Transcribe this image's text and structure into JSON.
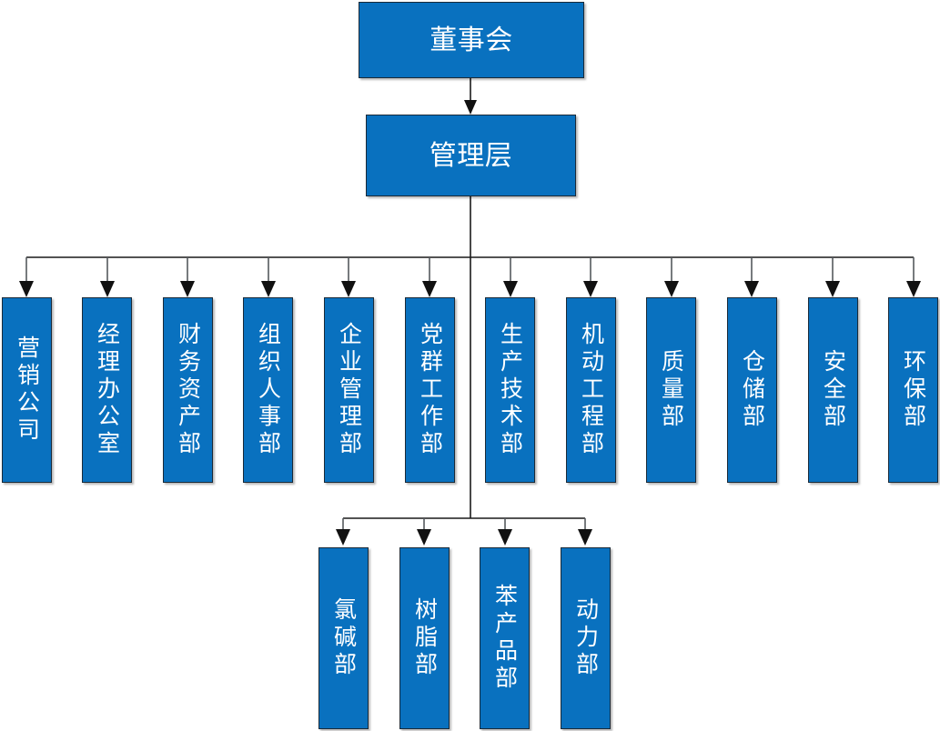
{
  "chart_title": "",
  "colors": {
    "node_fill": "#0971BF",
    "node_border": "#1a2a38",
    "node_text": "#ffffff",
    "connector": "#1a1a1a",
    "background": "#ffffff"
  },
  "nodes": {
    "board": {
      "label": "董事会",
      "orientation": "horizontal"
    },
    "management": {
      "label": "管理层",
      "orientation": "horizontal"
    }
  },
  "departments": [
    {
      "label": "营销公司",
      "chars": [
        "营",
        "销",
        "公",
        "司"
      ]
    },
    {
      "label": "经理办公室",
      "chars": [
        "经",
        "理",
        "办",
        "公",
        "室"
      ]
    },
    {
      "label": "财务资产部",
      "chars": [
        "财",
        "务",
        "资",
        "产",
        "部"
      ]
    },
    {
      "label": "组织人事部",
      "chars": [
        "组",
        "织",
        "人",
        "事",
        "部"
      ]
    },
    {
      "label": "企业管理部",
      "chars": [
        "企",
        "业",
        "管",
        "理",
        "部"
      ]
    },
    {
      "label": "党群工作部",
      "chars": [
        "党",
        "群",
        "工",
        "作",
        "部"
      ]
    },
    {
      "label": "生产技术部",
      "chars": [
        "生",
        "产",
        "技",
        "术",
        "部"
      ]
    },
    {
      "label": "机动工程部",
      "chars": [
        "机",
        "动",
        "工",
        "程",
        "部"
      ]
    },
    {
      "label": "质量部",
      "chars": [
        "质",
        "量",
        "部"
      ]
    },
    {
      "label": "仓储部",
      "chars": [
        "仓",
        "储",
        "部"
      ]
    },
    {
      "label": "安全部",
      "chars": [
        "安",
        "全",
        "部"
      ]
    },
    {
      "label": "环保部",
      "chars": [
        "环",
        "保",
        "部"
      ]
    }
  ],
  "production_units": [
    {
      "label": "氯碱部",
      "chars": [
        "氯",
        "碱",
        "部"
      ]
    },
    {
      "label": "树脂部",
      "chars": [
        "树",
        "脂",
        "部"
      ]
    },
    {
      "label": "苯产品部",
      "chars": [
        "苯",
        "产",
        "品",
        "部"
      ]
    },
    {
      "label": "动力部",
      "chars": [
        "动",
        "力",
        "部"
      ]
    }
  ]
}
